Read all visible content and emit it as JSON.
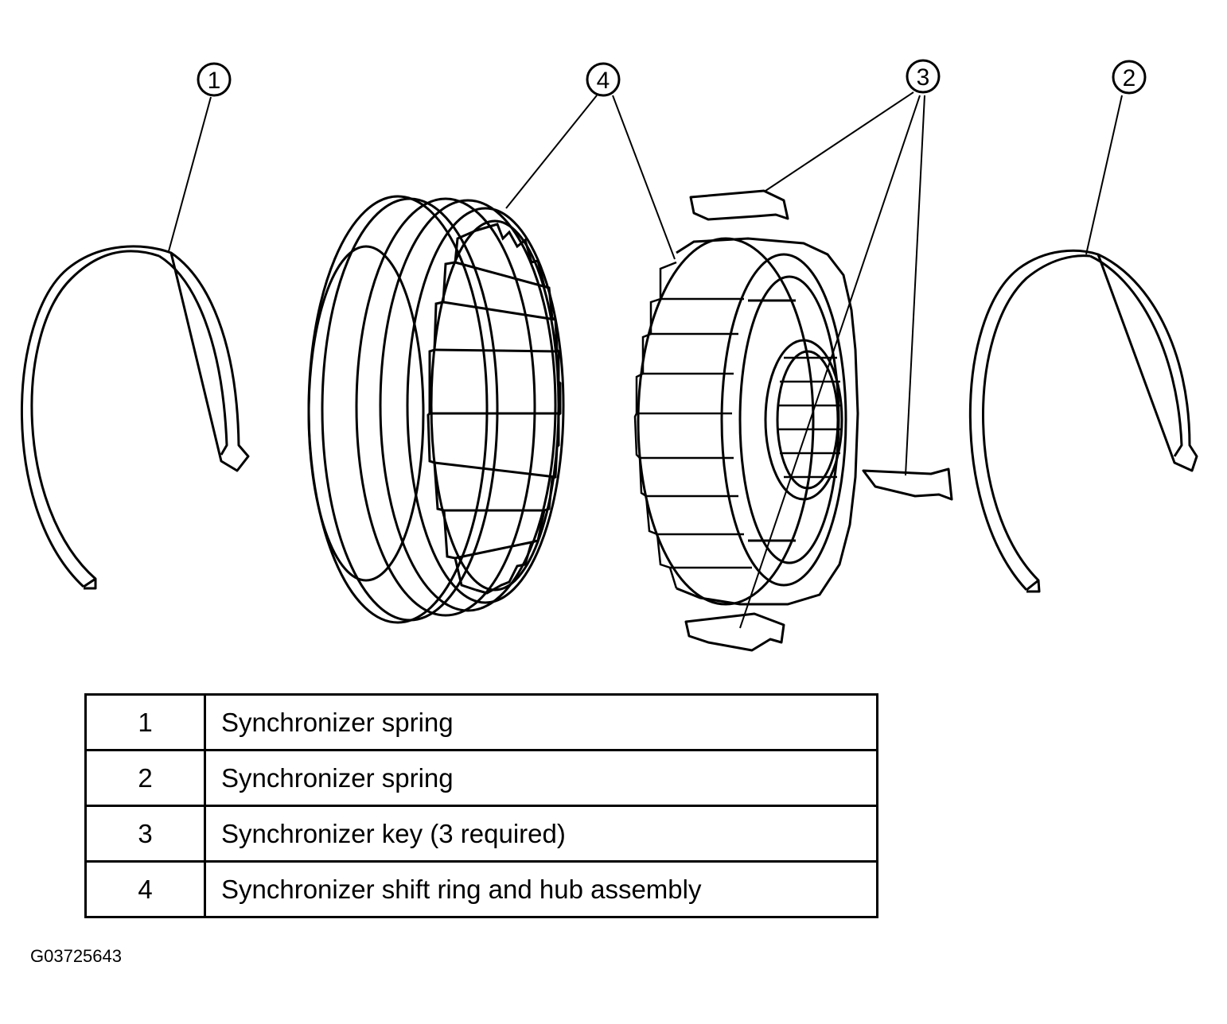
{
  "callouts": [
    "1",
    "4",
    "3",
    "2"
  ],
  "legend": [
    {
      "num": "1",
      "desc": "Synchronizer spring"
    },
    {
      "num": "2",
      "desc": "Synchronizer spring"
    },
    {
      "num": "3",
      "desc": "Synchronizer key (3 required)"
    },
    {
      "num": "4",
      "desc": "Synchronizer shift ring and hub assembly"
    }
  ],
  "figure_id": "G03725643"
}
